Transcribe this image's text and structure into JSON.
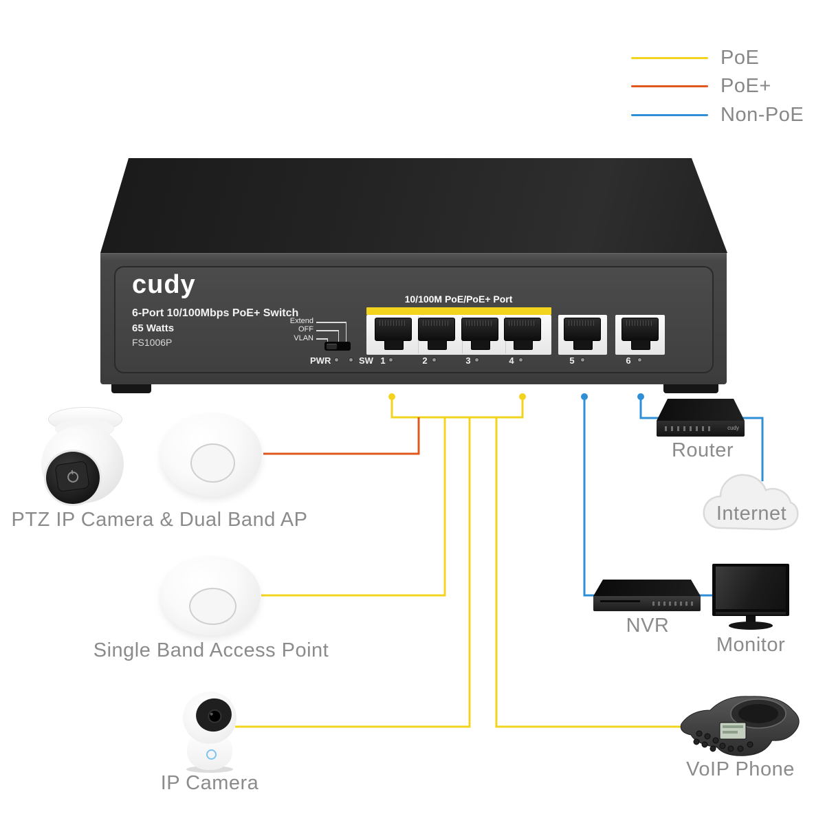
{
  "legend": {
    "items": [
      {
        "label": "PoE",
        "color": "#F2D41E"
      },
      {
        "label": "PoE+",
        "color": "#E0581E"
      },
      {
        "label": "Non-PoE",
        "color": "#2E8FD6"
      }
    ]
  },
  "switch": {
    "brand": "cudy",
    "title": "6-Port 10/100Mbps PoE+ Switch",
    "watts": "65 Watts",
    "model": "FS1006P",
    "dip_labels": [
      "Extend",
      "OFF",
      "VLAN"
    ],
    "pwr_label": "PWR",
    "sw_label": "SW",
    "poe_ports_label": "10/100M PoE/PoE+ Port",
    "port_numbers": [
      "1",
      "2",
      "3",
      "4",
      "5",
      "6"
    ]
  },
  "devices": {
    "ptz_ap_label": "PTZ IP Camera & Dual Band AP",
    "single_ap_label": "Single Band Access Point",
    "ip_camera_label": "IP Camera",
    "router_label": "Router",
    "router_brand": "cudy",
    "internet_label": "Internet",
    "nvr_label": "NVR",
    "monitor_label": "Monitor",
    "voip_label": "VoIP Phone"
  }
}
